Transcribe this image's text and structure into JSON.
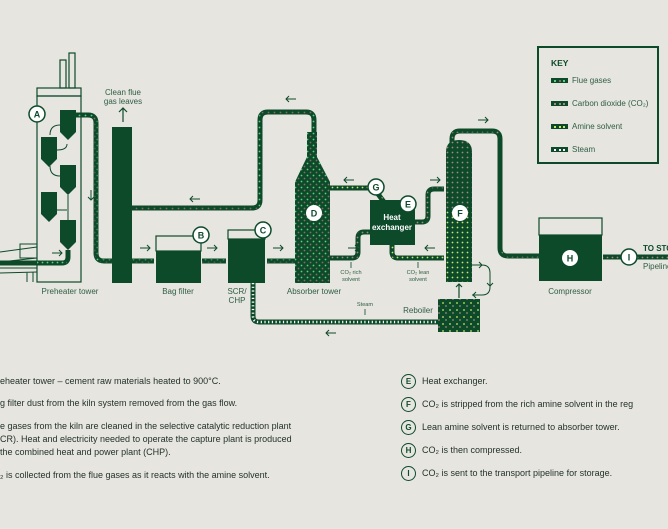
{
  "colors": {
    "background": "#e6e5df",
    "dark_green": "#0d4a2a",
    "flue_dot": "#5fd07a",
    "co2_dot": "#8a6b6b",
    "amine_dot": "#c9e86a",
    "steam_dot": "#ffffff"
  },
  "key": {
    "title": "KEY",
    "items": [
      {
        "label": "Flue gases",
        "icon": "flue-gas-line"
      },
      {
        "label": "Carbon dioxide (CO₂)",
        "icon": "co2-line"
      },
      {
        "label": "Amine solvent",
        "icon": "amine-line"
      },
      {
        "label": "Steam",
        "icon": "steam-line"
      }
    ]
  },
  "diagram": {
    "clean_flue_label_1": "Clean flue",
    "clean_flue_label_2": "gas leaves",
    "preheater_label": "Preheater tower",
    "bag_filter_label": "Bag filter",
    "scr_label_1": "SCR/",
    "scr_label_2": "CHP",
    "absorber_label": "Absorber tower",
    "co2_rich_1": "CO₂ rich",
    "co2_rich_2": "solvent",
    "co2_lean_1": "CO₂ lean",
    "co2_lean_2": "solvent",
    "heat_exchanger_1": "Heat",
    "heat_exchanger_2": "exchanger",
    "steam_label": "Steam",
    "reboiler_label": "Reboiler",
    "compressor_label": "Compressor",
    "to_storage": "TO STO",
    "pipeline": "Pipeline",
    "nodes": {
      "A": "A",
      "B": "B",
      "C": "C",
      "D": "D",
      "E": "E",
      "F": "F",
      "G": "G",
      "H": "H",
      "I": "I"
    }
  },
  "legend_left": [
    {
      "text": "eheater tower – cement raw materials heated to 900°C."
    },
    {
      "text": "g filter dust from the kiln system removed from the gas flow."
    },
    {
      "text": "e gases from the kiln are cleaned in the selective catalytic reduction plant"
    },
    {
      "text": "CR). Heat and electricity needed to operate the capture plant is produced"
    },
    {
      "text": "the combined heat and power plant (CHP)."
    },
    {
      "text": "₂ is collected from the flue gases as it reacts with the amine solvent."
    }
  ],
  "legend_right": [
    {
      "letter": "E",
      "text": "Heat exchanger."
    },
    {
      "letter": "F",
      "text": "CO₂ is stripped from the rich amine solvent in the reg"
    },
    {
      "letter": "G",
      "text": "Lean amine solvent is returned to absorber tower."
    },
    {
      "letter": "H",
      "text": "CO₂ is then compressed."
    },
    {
      "letter": "I",
      "text": "CO₂ is sent to the transport pipeline for storage."
    }
  ]
}
